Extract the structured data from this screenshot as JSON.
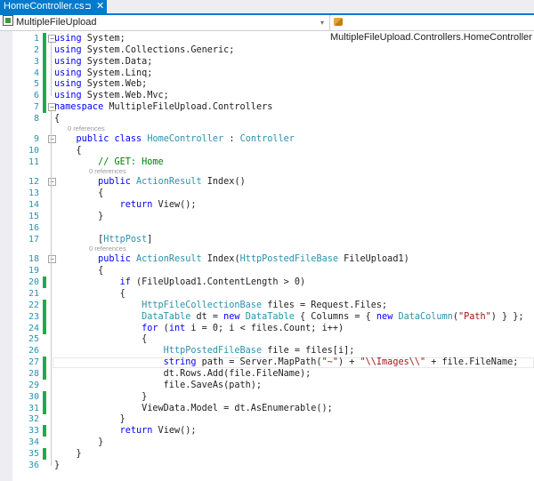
{
  "tab": {
    "title": "HomeController.cs",
    "pin_icon": "pin-icon",
    "close_icon": "close-icon",
    "pin_glyph": "⊐",
    "close_glyph": "✕"
  },
  "navigation": {
    "project": "MultipleFileUpload",
    "project_icon": "csharp-project-icon",
    "dropdown_arrow": "▾",
    "type": "MultipleFileUpload.Controllers.HomeController",
    "type_icon": "class-icon"
  },
  "colors": {
    "accent": "#007acc",
    "keyword": "#0000ff",
    "type": "#2b91af",
    "comment": "#008000",
    "string": "#a31515",
    "change_bar": "#1cad4b",
    "line_number": "#2b91af"
  },
  "codelens": {
    "references": "0 references"
  },
  "lines": [
    {
      "n": "1",
      "text": "using System;"
    },
    {
      "n": "2",
      "text": "using System.Collections.Generic;"
    },
    {
      "n": "3",
      "text": "using System.Data;"
    },
    {
      "n": "4",
      "text": "using System.Linq;"
    },
    {
      "n": "5",
      "text": "using System.Web;"
    },
    {
      "n": "6",
      "text": "using System.Web.Mvc;"
    },
    {
      "n": "7",
      "text": "namespace MultipleFileUpload.Controllers"
    },
    {
      "n": "8",
      "text": "{"
    },
    {
      "n": "9",
      "text": "    public class HomeController : Controller"
    },
    {
      "n": "10",
      "text": "    {"
    },
    {
      "n": "11",
      "text": "        // GET: Home"
    },
    {
      "n": "12",
      "text": "        public ActionResult Index()"
    },
    {
      "n": "13",
      "text": "        {"
    },
    {
      "n": "14",
      "text": "            return View();"
    },
    {
      "n": "15",
      "text": "        }"
    },
    {
      "n": "16",
      "text": ""
    },
    {
      "n": "17",
      "text": "        [HttpPost]"
    },
    {
      "n": "18",
      "text": "        public ActionResult Index(HttpPostedFileBase FileUpload1)"
    },
    {
      "n": "19",
      "text": "        {"
    },
    {
      "n": "20",
      "text": "            if (FileUpload1.ContentLength > 0)"
    },
    {
      "n": "21",
      "text": "            {"
    },
    {
      "n": "22",
      "text": "                HttpFileCollectionBase files = Request.Files;"
    },
    {
      "n": "23",
      "text": "                DataTable dt = new DataTable { Columns = { new DataColumn(\"Path\") } };"
    },
    {
      "n": "24",
      "text": "                for (int i = 0; i < files.Count; i++)"
    },
    {
      "n": "25",
      "text": "                {"
    },
    {
      "n": "26",
      "text": "                    HttpPostedFileBase file = files[i];"
    },
    {
      "n": "27",
      "text": "                    string path = Server.MapPath(\"~\") + \"\\\\Images\\\\\" + file.FileName;"
    },
    {
      "n": "28",
      "text": "                    dt.Rows.Add(file.FileName);"
    },
    {
      "n": "29",
      "text": "                    file.SaveAs(path);"
    },
    {
      "n": "30",
      "text": "                }"
    },
    {
      "n": "31",
      "text": "                ViewData.Model = dt.AsEnumerable();"
    },
    {
      "n": "32",
      "text": "            }"
    },
    {
      "n": "33",
      "text": "            return View();"
    },
    {
      "n": "34",
      "text": "        }"
    },
    {
      "n": "35",
      "text": "    }"
    },
    {
      "n": "36",
      "text": "}"
    }
  ],
  "changed_lines": [
    "1",
    "2",
    "3",
    "4",
    "5",
    "6",
    "7",
    "20",
    "22",
    "23",
    "24",
    "27",
    "28",
    "30",
    "31",
    "33",
    "35"
  ],
  "collapsible_lines": [
    "1",
    "7",
    "9",
    "12",
    "18"
  ],
  "current_line": "27"
}
